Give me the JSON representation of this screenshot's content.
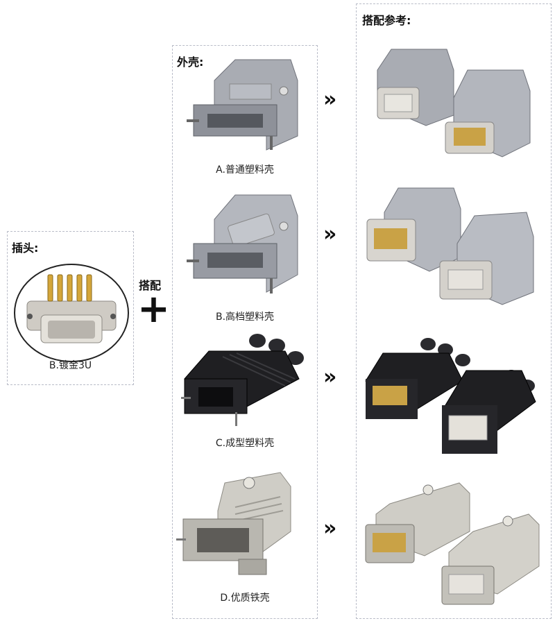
{
  "plug": {
    "title": "插头:",
    "caption": "B.镀金3U"
  },
  "connector": {
    "label": "搭配",
    "plus_symbol": "+"
  },
  "shells": {
    "title": "外壳:",
    "items": [
      {
        "caption": "A.普通塑料壳"
      },
      {
        "caption": "B.高档塑料壳"
      },
      {
        "caption": "C.成型塑料壳"
      },
      {
        "caption": "D.优质铁壳"
      }
    ]
  },
  "arrow_symbol": "»",
  "reference": {
    "title": "搭配参考:"
  },
  "colors": {
    "gray_shell": "#a9acb3",
    "black_shell": "#1f1f22",
    "metal": "#c8c6c0",
    "gold_pin": "#d4a63a"
  }
}
